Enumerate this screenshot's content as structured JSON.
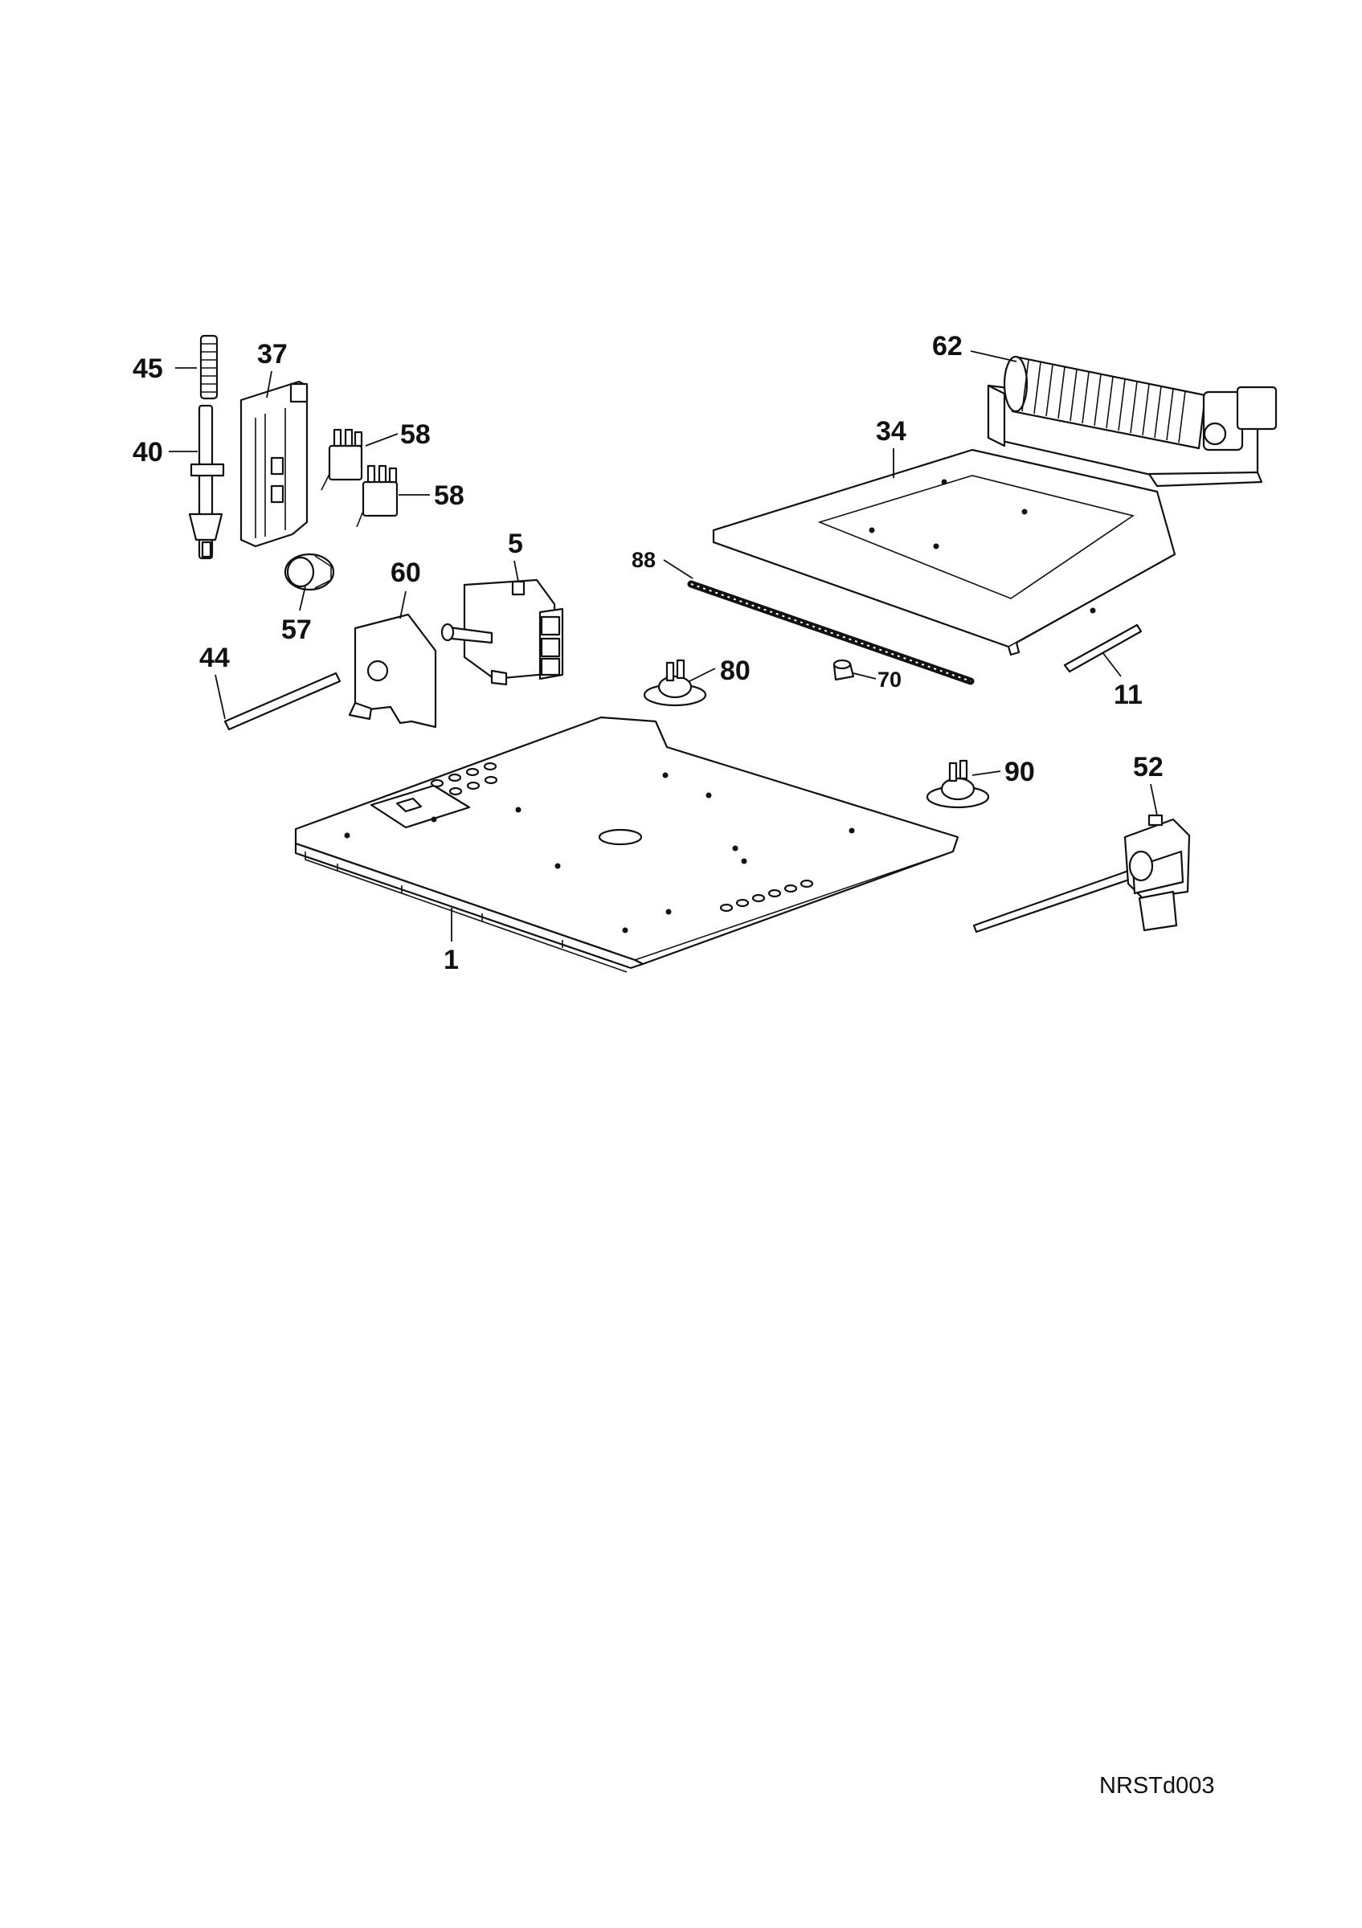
{
  "diagram": {
    "reference_code": "NRSTd003",
    "callouts": {
      "p45": "45",
      "p37": "37",
      "p40": "40",
      "p58a": "58",
      "p58b": "58",
      "p57": "57",
      "p60": "60",
      "p5": "5",
      "p44": "44",
      "p62": "62",
      "p34": "34",
      "p88": "88",
      "p80": "80",
      "p70": "70",
      "p11": "11",
      "p90": "90",
      "p52": "52",
      "p1": "1"
    }
  }
}
